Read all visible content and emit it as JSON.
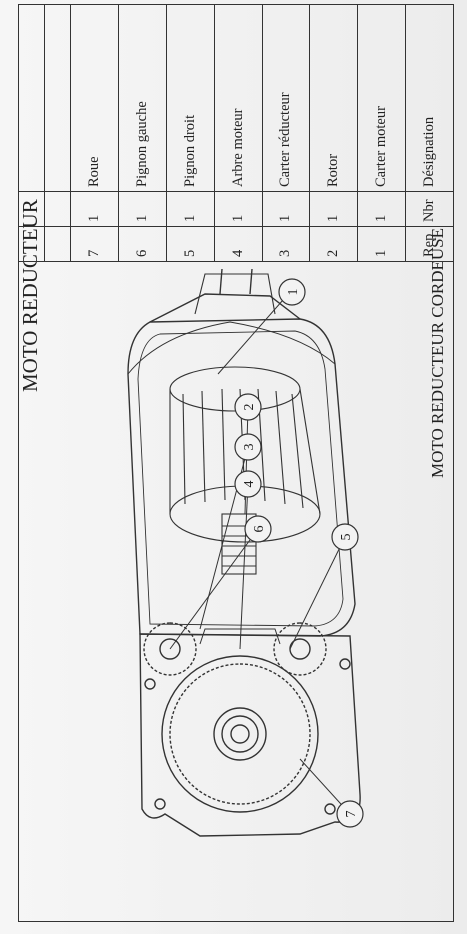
{
  "title": "MOTO REDUCTEUR",
  "caption": "MOTO REDUCTEUR CORDEUSE",
  "bom": {
    "headers": {
      "rep": "Rep",
      "nbr": "Nbr",
      "designation": "Désignation"
    },
    "rows": [
      {
        "rep": "7",
        "nbr": "1",
        "designation": "Roue"
      },
      {
        "rep": "6",
        "nbr": "1",
        "designation": "Pignon gauche"
      },
      {
        "rep": "5",
        "nbr": "1",
        "designation": "Pignon droit"
      },
      {
        "rep": "4",
        "nbr": "1",
        "designation": "Arbre moteur"
      },
      {
        "rep": "3",
        "nbr": "1",
        "designation": "Carter réducteur"
      },
      {
        "rep": "2",
        "nbr": "1",
        "designation": "Rotor"
      },
      {
        "rep": "1",
        "nbr": "1",
        "designation": "Carter moteur"
      }
    ]
  },
  "callouts": [
    "1",
    "2",
    "3",
    "4",
    "5",
    "6",
    "7"
  ]
}
